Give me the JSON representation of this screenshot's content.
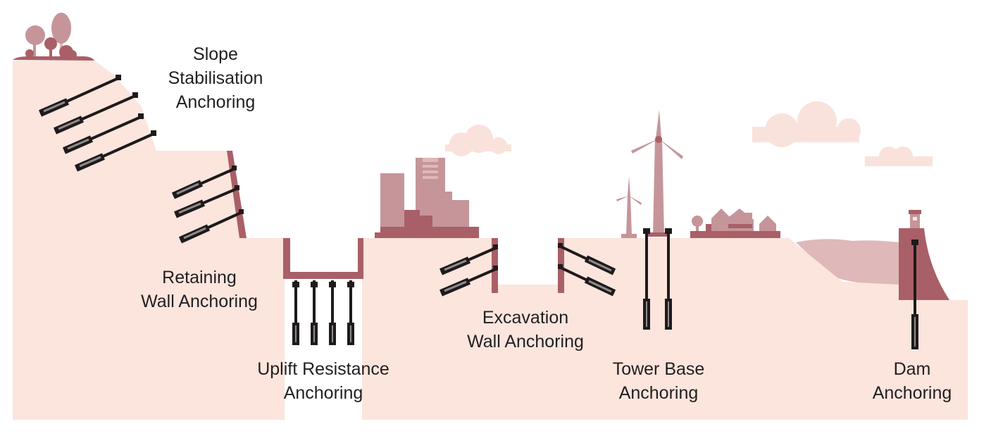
{
  "colors": {
    "ground": "#fbe5dd",
    "dark": "#a95f67",
    "mid": "#c5959a",
    "light": "#dfb8b9",
    "cloud": "#f9e2db",
    "rod": "#1f1a1b",
    "grout": "#8c8c8c",
    "text": "#231f20"
  },
  "labels": {
    "slope": {
      "line1": "Slope",
      "line2": "Stabilisation",
      "line3": "Anchoring"
    },
    "retaining": {
      "line1": "Retaining",
      "line2": "Wall Anchoring"
    },
    "uplift": {
      "line1": "Uplift Resistance",
      "line2": "Anchoring"
    },
    "excavation": {
      "line1": "Excavation",
      "line2": "Wall Anchoring"
    },
    "tower": {
      "line1": "Tower Base",
      "line2": "Anchoring"
    },
    "dam": {
      "line1": "Dam",
      "line2": "Anchoring"
    }
  },
  "icons": [
    "tree-icon",
    "city-buildings-icon",
    "wind-turbine-icon",
    "house-icon",
    "cloud-icon",
    "dam-icon",
    "anchor-rod-icon"
  ]
}
